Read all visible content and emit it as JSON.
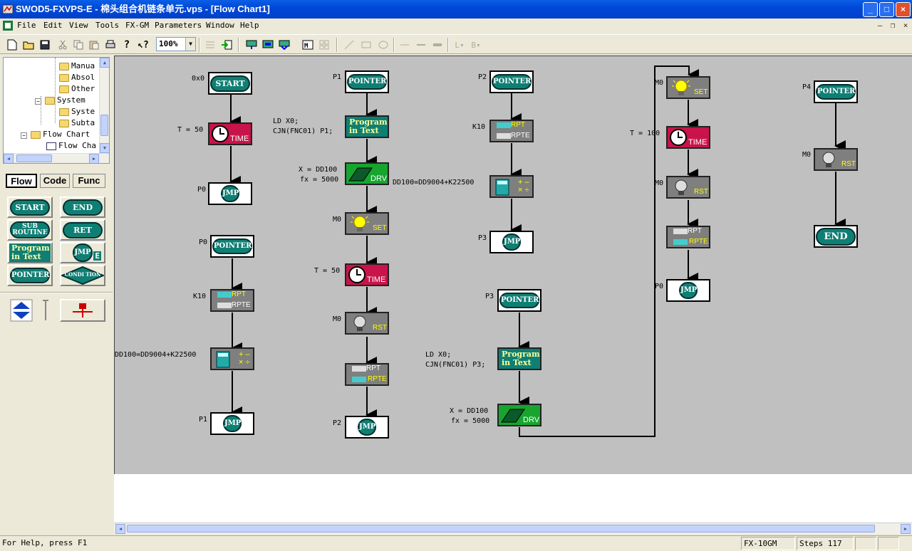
{
  "window": {
    "title": "SWOD5-FXVPS-E - 棉头组合机链条单元.vps - [Flow Chart1]",
    "min": "_",
    "max": "□",
    "close": "×"
  },
  "menus": [
    "File",
    "Edit",
    "View",
    "Tools",
    "FX-GM",
    "Parameters",
    "Window",
    "Help"
  ],
  "mdi": {
    "min": "–",
    "restore": "❐",
    "close": "×"
  },
  "zoom": "100%",
  "tree": {
    "items": [
      "Manua",
      "Absol",
      "Other",
      "System",
      "Syste",
      "Subta",
      "Flow Chart",
      "Flow Cha"
    ]
  },
  "tabs": [
    "Flow",
    "Code",
    "Func"
  ],
  "palette": {
    "start": "START",
    "end": "END",
    "sub": "SUB ROUTINE",
    "ret": "RET",
    "prog1": "Program",
    "prog2": "in Text",
    "jmp": "JMP",
    "jmp_e": "E",
    "pointer": "POINTER",
    "cond": "CONDI TION"
  },
  "chart": {
    "c1": {
      "lbl_start": "0x0",
      "start": "START",
      "lbl_t": "T = 50",
      "time": "TIME",
      "lbl_jmp": "P0",
      "jmp": "JMP",
      "lbl_p0": "P0",
      "pointer": "POINTER",
      "lbl_k": "K10",
      "rpt": "RPT",
      "rpte": "RPTE",
      "lbl_dd": "DD100=DD9004+K22500",
      "calc": "+ –\n× ÷",
      "lbl_j2": "P1",
      "jmp2": "JMP"
    },
    "c2": {
      "lbl_p1": "P1",
      "pointer": "POINTER",
      "lbl_ld1": "LD X0;",
      "lbl_ld2": "CJN(FNC01) P1;",
      "prog1": "Program",
      "prog2": "in Text",
      "lbl_x": "X = DD100",
      "lbl_fx": "fx = 5000",
      "drv": "DRV",
      "lbl_m0": "M0",
      "set": "SET",
      "lbl_t": "T = 50",
      "time": "TIME",
      "lbl_m0b": "M0",
      "rst": "RST",
      "rpt": "RPT",
      "rpte": "RPTE",
      "lbl_p2": "P2",
      "jmp": "JMP"
    },
    "c3": {
      "lbl_p2": "P2",
      "pointer": "POINTER",
      "lbl_k": "K10",
      "rpt": "RPT",
      "rpte": "RPTE",
      "lbl_dd": "DD100=DD9004+K22500",
      "lbl_p3": "P3",
      "jmp": "JMP",
      "lbl_p3b": "P3",
      "pointer2": "POINTER",
      "lbl_ld1": "LD X0;",
      "lbl_ld2": "CJN(FNC01) P3;",
      "prog1": "Program",
      "prog2": "in Text",
      "lbl_x": "X = DD100",
      "lbl_fx": "fx = 5000",
      "drv": "DRV"
    },
    "c4": {
      "lbl_m0": "M0",
      "set": "SET",
      "lbl_t": "T = 100",
      "time": "TIME",
      "lbl_m0b": "M0",
      "rst": "RST",
      "rpt": "RPT",
      "rpte": "RPTE",
      "lbl_p0": "P0",
      "jmp": "JMP"
    },
    "c5": {
      "lbl_p4": "P4",
      "pointer": "POINTER",
      "lbl_m0": "M0",
      "rst": "RST",
      "end": "END"
    }
  },
  "status": {
    "help": "For Help, press F1",
    "cpu": "FX-10GM",
    "steps": "Steps 117"
  }
}
